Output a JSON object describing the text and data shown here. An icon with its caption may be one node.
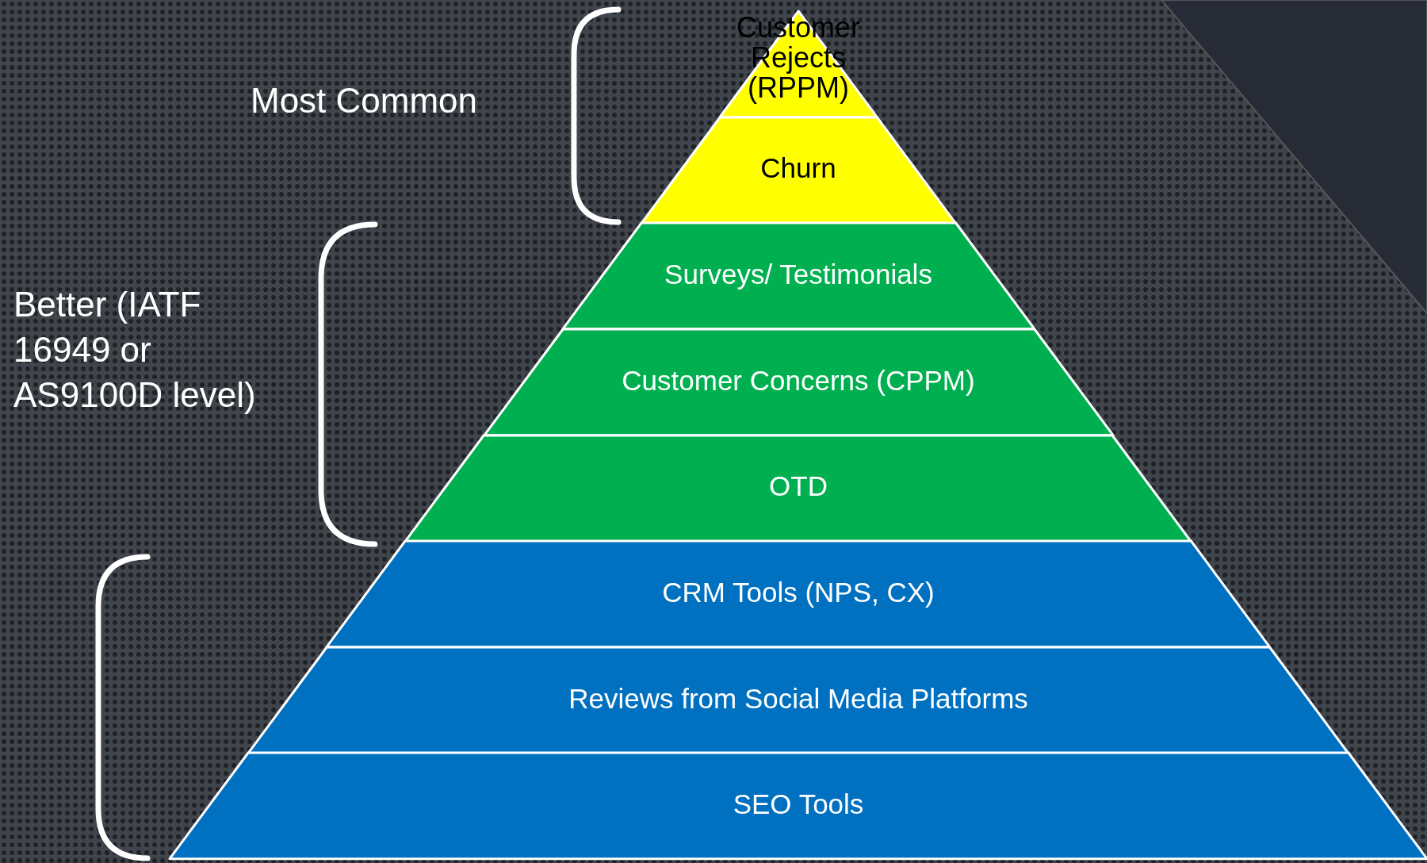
{
  "diagram": {
    "nodes": [
      {
        "text": [
          "Customer Rejects (RPPM)"
        ]
      },
      {
        "text": [
          "Churn"
        ]
      },
      {
        "text": [
          "Surveys/ Testimonials"
        ]
      },
      {
        "text": [
          "Customer Concerns (CPPM)"
        ]
      },
      {
        "text": [
          "OTD"
        ]
      },
      {
        "text": [
          "CRM Tools (NPS, CX)"
        ]
      },
      {
        "text": [
          "Reviews from Social Media Platforms"
        ]
      },
      {
        "text": [
          "SEO Tools"
        ]
      }
    ],
    "labels": [
      "Most Common",
      "Better (IATF 16949 or AS9100D level)"
    ]
  }
}
